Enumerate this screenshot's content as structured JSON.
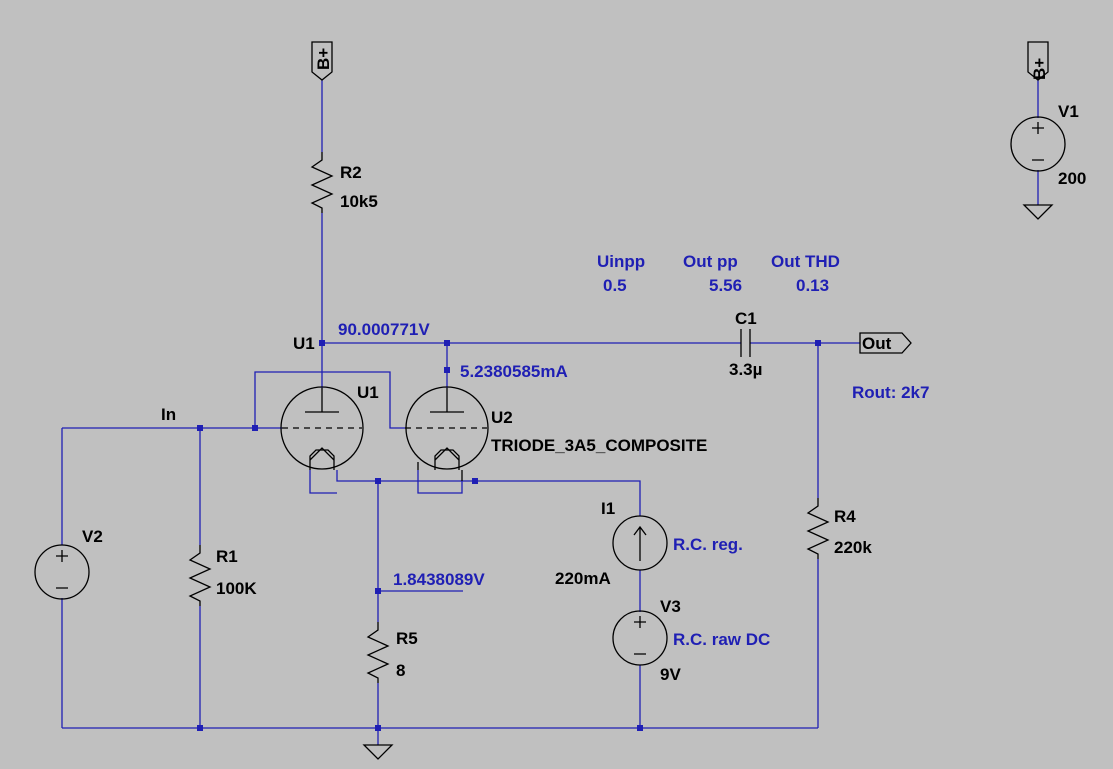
{
  "supply_flags": {
    "bplus_top": "B+",
    "bplus_right": "B+"
  },
  "v1": {
    "ref": "V1",
    "value": "200"
  },
  "r2": {
    "ref": "R2",
    "value": "10k5"
  },
  "u1": {
    "net_label": "U1",
    "ref": "U1"
  },
  "u2": {
    "ref": "U2",
    "model": "TRIODE_3A5_COMPOSITE"
  },
  "probes": {
    "plate_voltage": "90.000771V",
    "plate_current": "5.2380585mA",
    "cathode_voltage": "1.8438089V"
  },
  "measurements": [
    {
      "label": "Uinpp",
      "value": "0.5"
    },
    {
      "label": "Out pp",
      "value": "5.56"
    },
    {
      "label": "Out THD",
      "value": "0.13"
    }
  ],
  "c1": {
    "ref": "C1",
    "value": "3.3µ"
  },
  "out_port": {
    "label": "Out"
  },
  "rout_comment": "Rout: 2k7",
  "in_label": "In",
  "v2": {
    "ref": "V2"
  },
  "r1": {
    "ref": "R1",
    "value": "100K"
  },
  "i1": {
    "ref": "I1",
    "value": "220mA",
    "comment": "R.C. reg."
  },
  "v3": {
    "ref": "V3",
    "value": "9V",
    "comment": "R.C. raw DC"
  },
  "r4": {
    "ref": "R4",
    "value": "220k"
  },
  "r5": {
    "ref": "R5",
    "value": "8"
  }
}
